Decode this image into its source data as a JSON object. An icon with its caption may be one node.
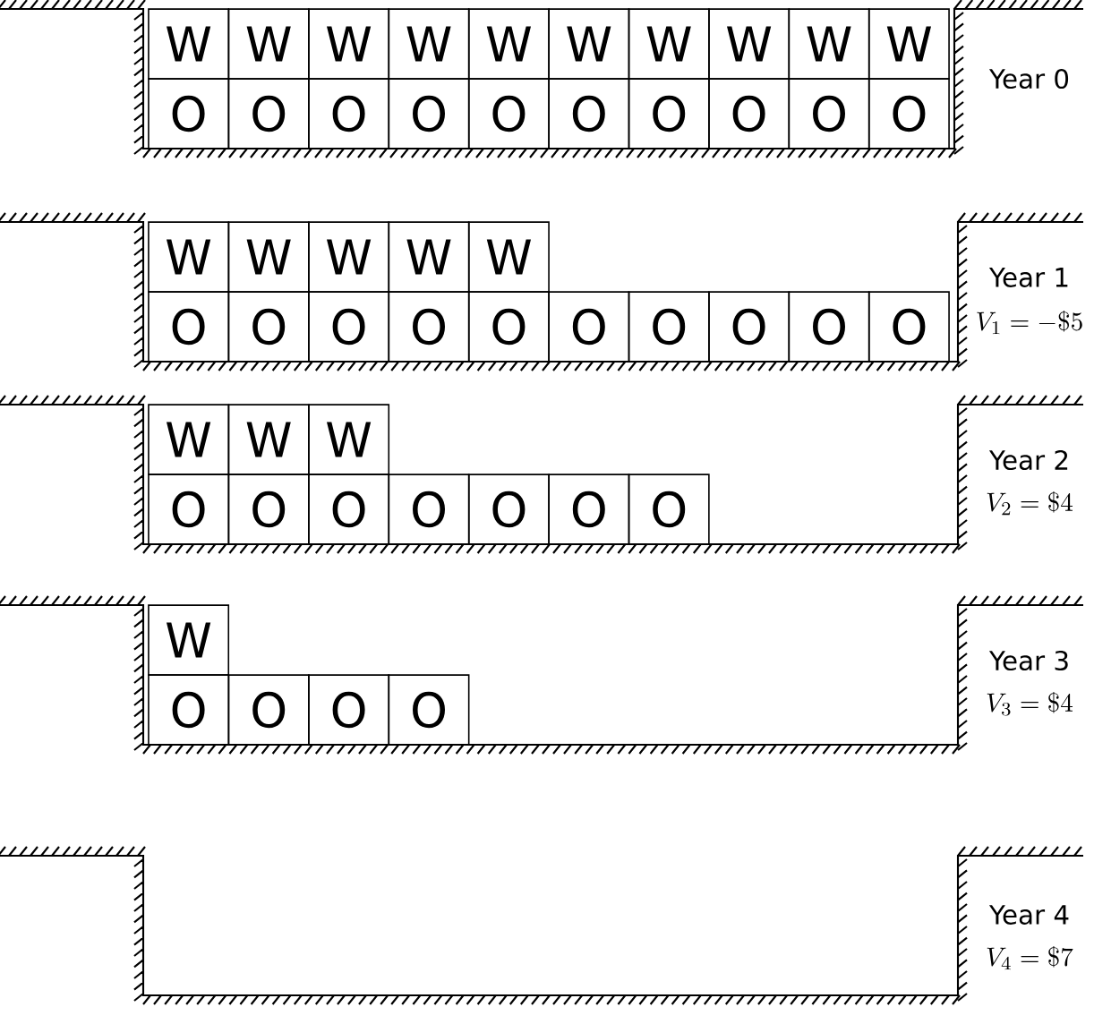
{
  "diagram": {
    "nodes": [
      {
        "text": [
          "W"
        ]
      },
      {
        "text": [
          "W"
        ]
      },
      {
        "text": [
          "W"
        ]
      },
      {
        "text": [
          "W"
        ]
      },
      {
        "text": [
          "W"
        ]
      },
      {
        "text": [
          "W"
        ]
      },
      {
        "text": [
          "W"
        ]
      },
      {
        "text": [
          "W"
        ]
      },
      {
        "text": [
          "W"
        ]
      },
      {
        "text": [
          "W"
        ]
      },
      {
        "text": [
          "O"
        ]
      },
      {
        "text": [
          "O"
        ]
      },
      {
        "text": [
          "O"
        ]
      },
      {
        "text": [
          "O"
        ]
      },
      {
        "text": [
          "O"
        ]
      },
      {
        "text": [
          "O"
        ]
      },
      {
        "text": [
          "O"
        ]
      },
      {
        "text": [
          "O"
        ]
      },
      {
        "text": [
          "O"
        ]
      },
      {
        "text": [
          "O"
        ]
      },
      {
        "text": [
          "W"
        ]
      },
      {
        "text": [
          "W"
        ]
      },
      {
        "text": [
          "W"
        ]
      },
      {
        "text": [
          "W"
        ]
      },
      {
        "text": [
          "W"
        ]
      },
      {
        "text": [
          "O"
        ]
      },
      {
        "text": [
          "O"
        ]
      },
      {
        "text": [
          "O"
        ]
      },
      {
        "text": [
          "O"
        ]
      },
      {
        "text": [
          "O"
        ]
      },
      {
        "text": [
          "O"
        ]
      },
      {
        "text": [
          "O"
        ]
      },
      {
        "text": [
          "O"
        ]
      },
      {
        "text": [
          "O"
        ]
      },
      {
        "text": [
          "O"
        ]
      },
      {
        "text": [
          "W"
        ]
      },
      {
        "text": [
          "W"
        ]
      },
      {
        "text": [
          "W"
        ]
      },
      {
        "text": [
          "O"
        ]
      },
      {
        "text": [
          "O"
        ]
      },
      {
        "text": [
          "O"
        ]
      },
      {
        "text": [
          "O"
        ]
      },
      {
        "text": [
          "O"
        ]
      },
      {
        "text": [
          "O"
        ]
      },
      {
        "text": [
          "O"
        ]
      },
      {
        "text": [
          "W"
        ]
      },
      {
        "text": [
          "O"
        ]
      },
      {
        "text": [
          "O"
        ]
      },
      {
        "text": [
          "O"
        ]
      },
      {
        "text": [
          "O"
        ]
      }
    ],
    "labels": [
      "Year 0",
      "Year 1",
      "V_1 = -\\$5",
      "Year 2",
      "V_2 = \\$4",
      "Year 3",
      "V_3 = \\$4",
      "Year 4",
      "V_4 = \\$7"
    ]
  }
}
